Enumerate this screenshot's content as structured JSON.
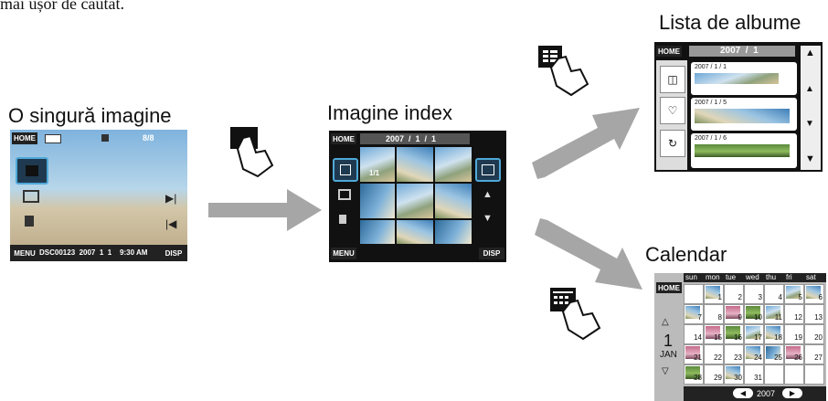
{
  "intro_text": "mai ușor de căutat.",
  "single": {
    "title": "O singură imagine",
    "home": "HOME",
    "counter": "8/8",
    "menu": "MENU",
    "status": "DSC00123  2007  1  1    9:30 AM",
    "disp": "DISP"
  },
  "index": {
    "title": "Imagine index",
    "home": "HOME",
    "date": "2007  /  1  /  1",
    "page": "1/1",
    "menu": "MENU",
    "disp": "DISP"
  },
  "album": {
    "title": "Lista de albume",
    "home": "HOME",
    "header": "2007  /  1",
    "entries": [
      "2007 / 1 / 1",
      "2007 / 1 / 5",
      "2007 / 1 / 6"
    ]
  },
  "calendar": {
    "title": "Calendar",
    "home": "HOME",
    "weekdays": [
      "sun",
      "mon",
      "tue",
      "wed",
      "thu",
      "fri",
      "sat"
    ],
    "day_number": "1",
    "month": "JAN",
    "year": "2007",
    "rows": [
      [
        "",
        "1",
        "2",
        "3",
        "4",
        "5",
        "6"
      ],
      [
        "7",
        "8",
        "9",
        "10",
        "11",
        "12",
        "13"
      ],
      [
        "14",
        "15",
        "16",
        "17",
        "18",
        "19",
        "20"
      ],
      [
        "21",
        "22",
        "23",
        "24",
        "25",
        "26",
        "27"
      ],
      [
        "28",
        "29",
        "30",
        "31",
        "",
        "",
        ""
      ]
    ]
  },
  "colors": {
    "highlight": "#4fa9d8",
    "arrow": "#a6a6a6",
    "screen_bg": "#111111"
  }
}
